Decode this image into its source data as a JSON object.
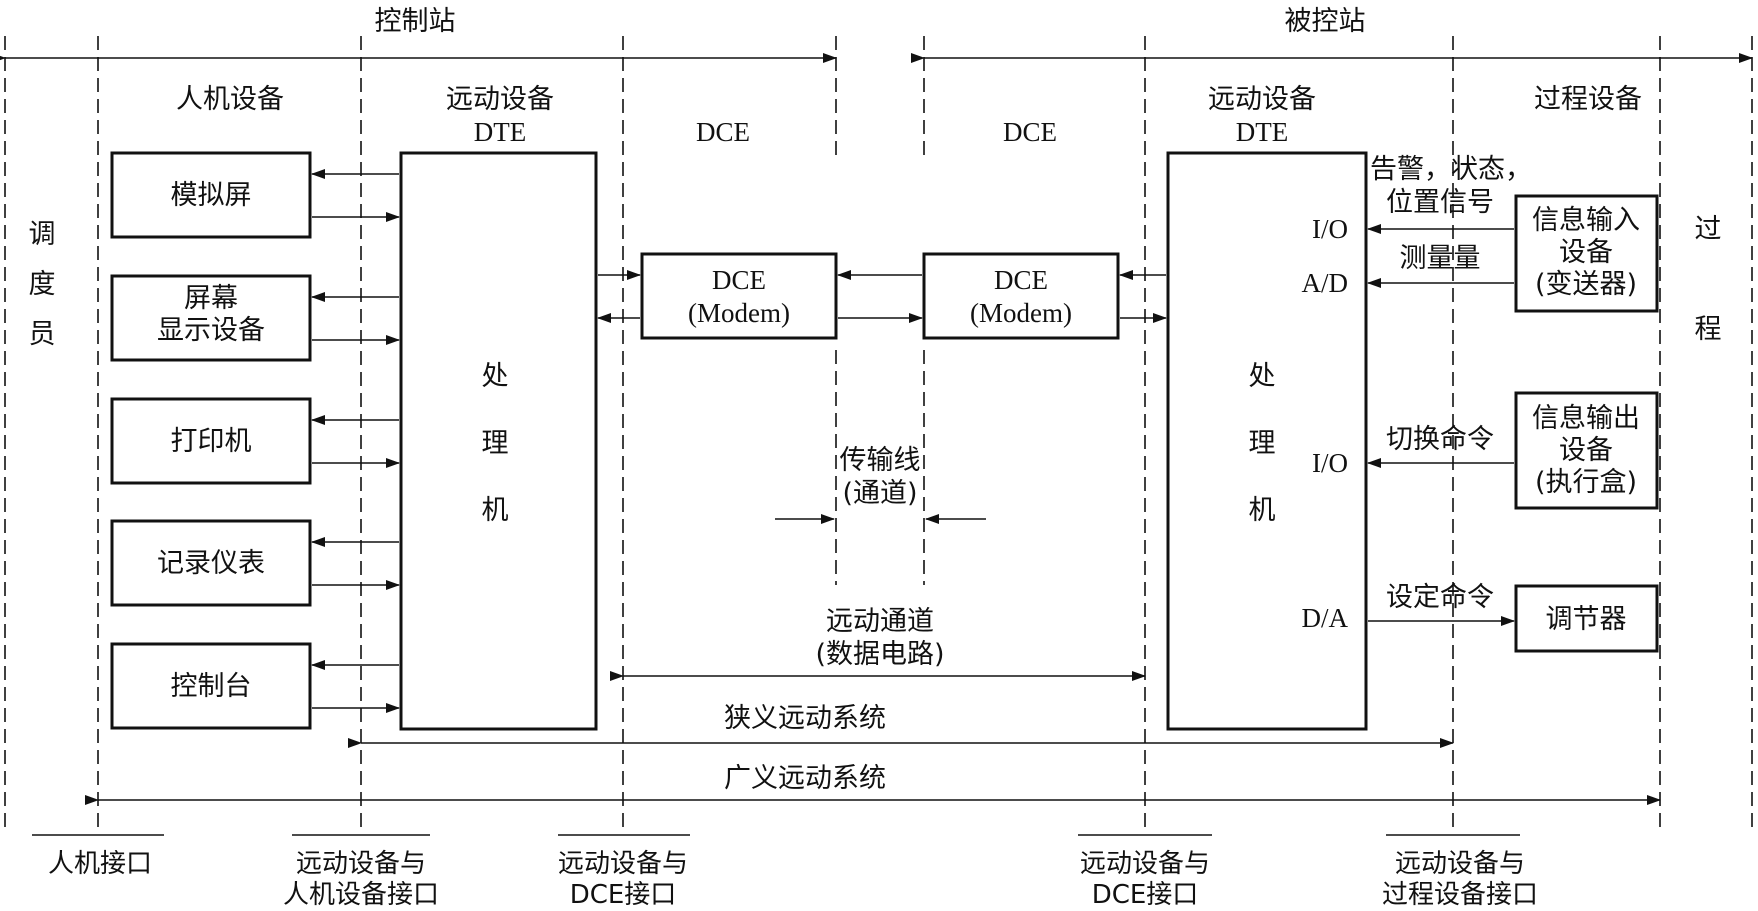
{
  "stations": {
    "control": "控制站",
    "controlled": "被控站"
  },
  "regions": {
    "hmi_devices": "人机设备",
    "telecontrol_devices": "远动设备",
    "dte": "DTE",
    "dce": "DCE",
    "process_devices": "过程设备"
  },
  "side_labels": {
    "dispatcher": [
      "调",
      "度",
      "员"
    ],
    "process": [
      "过",
      "程"
    ]
  },
  "left_devices": [
    {
      "lines": [
        "模拟屏"
      ]
    },
    {
      "lines": [
        "屏幕",
        "显示设备"
      ]
    },
    {
      "lines": [
        "打印机"
      ]
    },
    {
      "lines": [
        "记录仪表"
      ]
    },
    {
      "lines": [
        "控制台"
      ]
    }
  ],
  "processor": [
    "处",
    "理",
    "机"
  ],
  "modem": {
    "line1": "DCE",
    "line2": "(Modem)"
  },
  "transmission_line": {
    "line1": "传输线",
    "line2": "(通道)"
  },
  "io_ports": {
    "io1": "I/O",
    "ad": "A/D",
    "io2": "I/O",
    "da": "D/A"
  },
  "signals": {
    "alarm_status": "告警，状态，",
    "position_signal": "位置信号",
    "measurement": "测量量",
    "switch_command": "切换命令",
    "set_command": "设定命令"
  },
  "right_devices": {
    "input": [
      "信息输入",
      "设备",
      "(变送器)"
    ],
    "output": [
      "信息输出",
      "设备",
      "(执行盒)"
    ],
    "regulator": "调节器"
  },
  "spans": {
    "telecontrol_channel": [
      "远动通道",
      "(数据电路)"
    ],
    "narrow_system": "狭义远动系统",
    "broad_system": "广义远动系统"
  },
  "interfaces": {
    "hmi": "人机接口",
    "tc_hmi": [
      "远动设备与",
      "人机设备接口"
    ],
    "tc_dce_left": [
      "远动设备与",
      "DCE接口"
    ],
    "tc_dce_right": [
      "远动设备与",
      "DCE接口"
    ],
    "tc_process": [
      "远动设备与",
      "过程设备接口"
    ]
  }
}
